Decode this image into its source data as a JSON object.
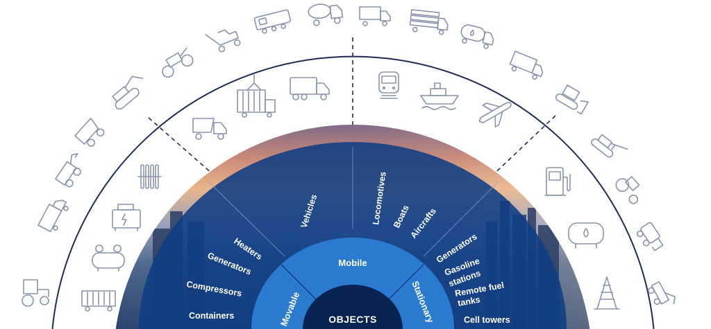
{
  "diagram": {
    "core_label": "OBJECTS",
    "middle_ring": [
      {
        "label": "Movable"
      },
      {
        "label": "Mobile"
      },
      {
        "label": "Stationary"
      }
    ],
    "inner_ring_labels": {
      "movable": [
        "Heaters",
        "Generators",
        "Compressors",
        "Containers"
      ],
      "mobile": [
        "Vehicles",
        "Locomotives",
        "Boats",
        "Aircrafts"
      ],
      "stationary": [
        "Generators",
        "Gasoline stations",
        "Remote fuel tanks",
        "Cell towers"
      ]
    },
    "icons": {
      "movable": [
        "radiator-icon",
        "generator-icon",
        "compressor-icon",
        "container-icon"
      ],
      "mobile": [
        "dump-truck-icon",
        "crane-container-icon",
        "box-truck-icon",
        "train-icon",
        "ship-icon",
        "airplane-icon"
      ],
      "stationary": [
        "fuel-pump-icon",
        "fuel-tank-icon",
        "oil-rig-icon"
      ],
      "outer": [
        "tractor-icon",
        "refrigerator-truck-icon",
        "loader-icon",
        "dumper-icon",
        "excavator-icon",
        "road-roller-icon",
        "tipper-icon",
        "locomotive-icon",
        "mixer-truck-icon",
        "tipper-truck-icon",
        "timber-truck-icon",
        "tanker-truck-icon",
        "delivery-truck-icon",
        "bulldozer-icon",
        "crawler-crane-icon",
        "farm-tractor-icon",
        "skid-loader-icon",
        "drill-rig-icon"
      ]
    },
    "colors": {
      "outer_line": "#1d2b55",
      "inner_sector": "#0f3d84",
      "middle_ring": "#2a7ad0",
      "core": "#072452",
      "icon_stroke": "#8a93ad"
    }
  }
}
